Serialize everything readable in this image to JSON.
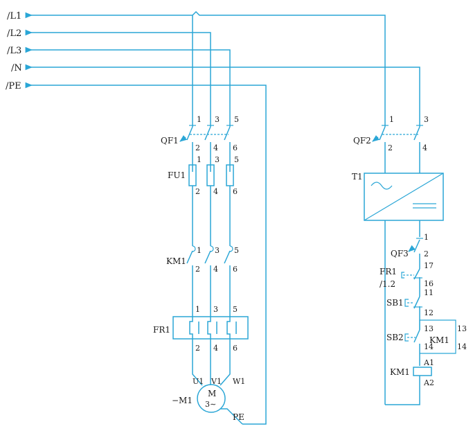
{
  "colors": {
    "wire": "#2aa6d6",
    "text": "#1a1a1a",
    "background": "#ffffff"
  },
  "buses": [
    "/L1",
    "/L2",
    "/L3",
    "/N",
    "/PE"
  ],
  "components": {
    "qf1": "QF1",
    "fu1": "FU1",
    "km1_main": "KM1",
    "fr1": "FR1",
    "motor_designation": "−M1",
    "motor_symbol": "M",
    "motor_phase": "3∼",
    "pe": "PE",
    "qf2": "QF2",
    "t1": "T1",
    "qf3": "QF3",
    "fr1_contact": "FR1",
    "fr1_ref": "/1.2",
    "sb1": "SB1",
    "sb2": "SB2",
    "km1_aux": "KM1",
    "km1_coil": "KM1"
  },
  "terminals": {
    "top_135": [
      "1",
      "3",
      "5"
    ],
    "bottom_246": [
      "2",
      "4",
      "6"
    ],
    "motor": [
      "U1",
      "V1",
      "W1"
    ],
    "qf2_top": [
      "1",
      "3"
    ],
    "qf2_bottom": [
      "2",
      "4"
    ],
    "qf3": [
      "1",
      "2"
    ],
    "fr1_contact": [
      "17",
      "16"
    ],
    "sb1": [
      "11",
      "12"
    ],
    "sb2": [
      "13",
      "14"
    ],
    "km1_aux": [
      "13",
      "14"
    ],
    "coil": [
      "A1",
      "A2"
    ]
  }
}
